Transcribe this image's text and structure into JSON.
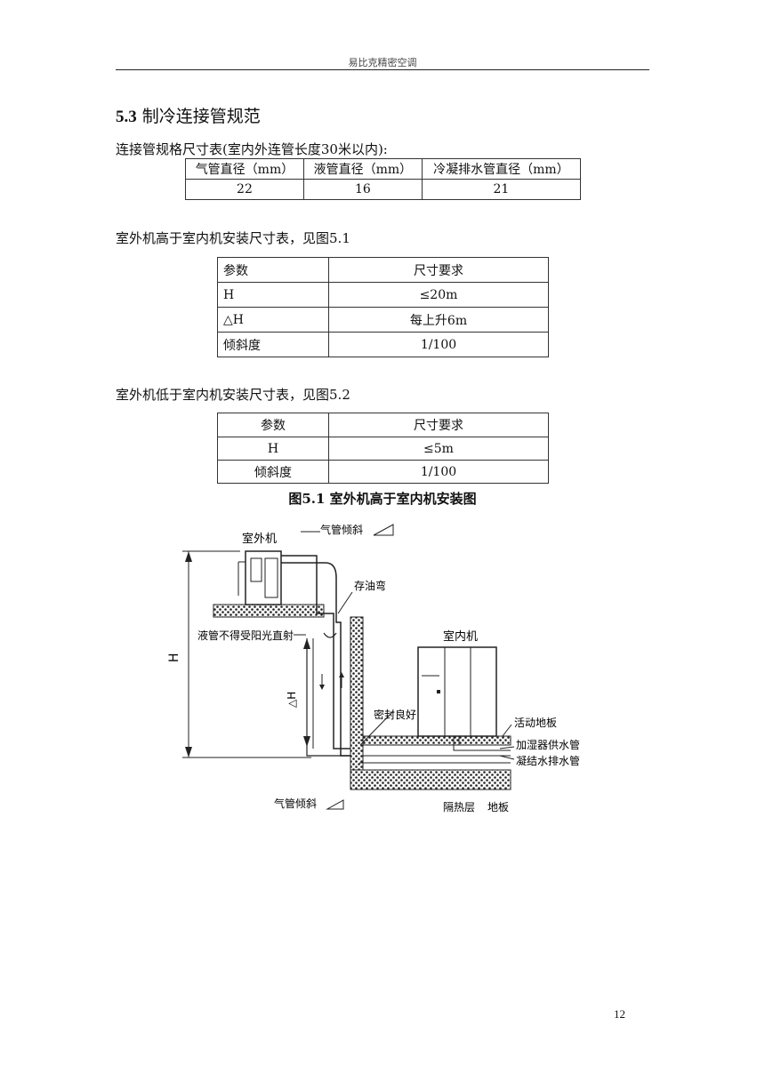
{
  "header": {
    "title": "易比克精密空调"
  },
  "section": {
    "number": "5.3",
    "title": "制冷连接管规范"
  },
  "intro": "连接管规格尺寸表(室内外连管长度30米以内):",
  "pipe_table": {
    "headers": [
      "气管直径（mm）",
      "液管直径（mm）",
      "冷凝排水管直径（mm）"
    ],
    "row": [
      "22",
      "16",
      "21"
    ]
  },
  "table_high": {
    "caption": "室外机高于室内机安装尺寸表，见图5.1",
    "headers": [
      "参数",
      "尺寸要求"
    ],
    "rows": [
      [
        "H",
        "≤20m"
      ],
      [
        "△H",
        "每上升6m"
      ],
      [
        "倾斜度",
        "1/100"
      ]
    ]
  },
  "table_low": {
    "caption": "室外机低于室内机安装尺寸表，见图5.2",
    "headers": [
      "参数",
      "尺寸要求"
    ],
    "rows": [
      [
        "H",
        "≤5m"
      ],
      [
        "倾斜度",
        "1/100"
      ]
    ]
  },
  "figure": {
    "caption": "图5.1  室外机高于室内机安装图",
    "labels": {
      "outdoor_unit": "室外机",
      "gas_slope_top": "气管倾斜",
      "oil_trap": "存油弯",
      "liquid_pipe_note": "液管不得受阳光直射",
      "indoor_unit": "室内机",
      "seal": "密封良好",
      "raised_floor": "活动地板",
      "humidifier_pipe": "加湿器供水管",
      "condensate_pipe": "凝结水排水管",
      "gas_slope_bottom": "气管倾斜",
      "insulation": "隔热层",
      "floor": "地板",
      "dim_h": "H",
      "dim_dh": "△H"
    }
  },
  "page_number": "12"
}
